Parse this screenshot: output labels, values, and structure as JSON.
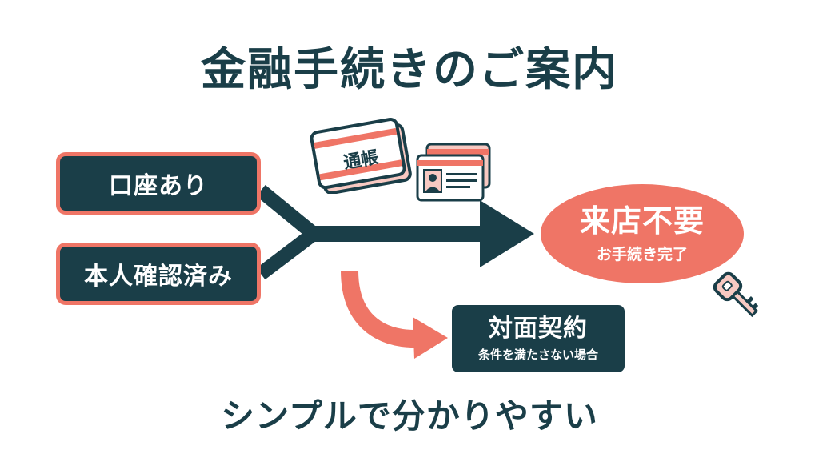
{
  "title": "金融手続きのご案内",
  "conditions": [
    {
      "label": "口座あり"
    },
    {
      "label": "本人確認済み"
    }
  ],
  "documents": {
    "passbook_label": "通帳",
    "icons": [
      "passbook-icon",
      "id-card-icon"
    ]
  },
  "result": {
    "main": "来店不要",
    "sub": "お手続き完了"
  },
  "alternative": {
    "main": "対面契約",
    "sub": "条件を満たさない場合"
  },
  "decoration_icon": "key-icon",
  "tagline": "シンプルで分かりやすい",
  "colors": {
    "navy": "#1a3e48",
    "coral": "#ef7566",
    "white": "#ffffff"
  }
}
